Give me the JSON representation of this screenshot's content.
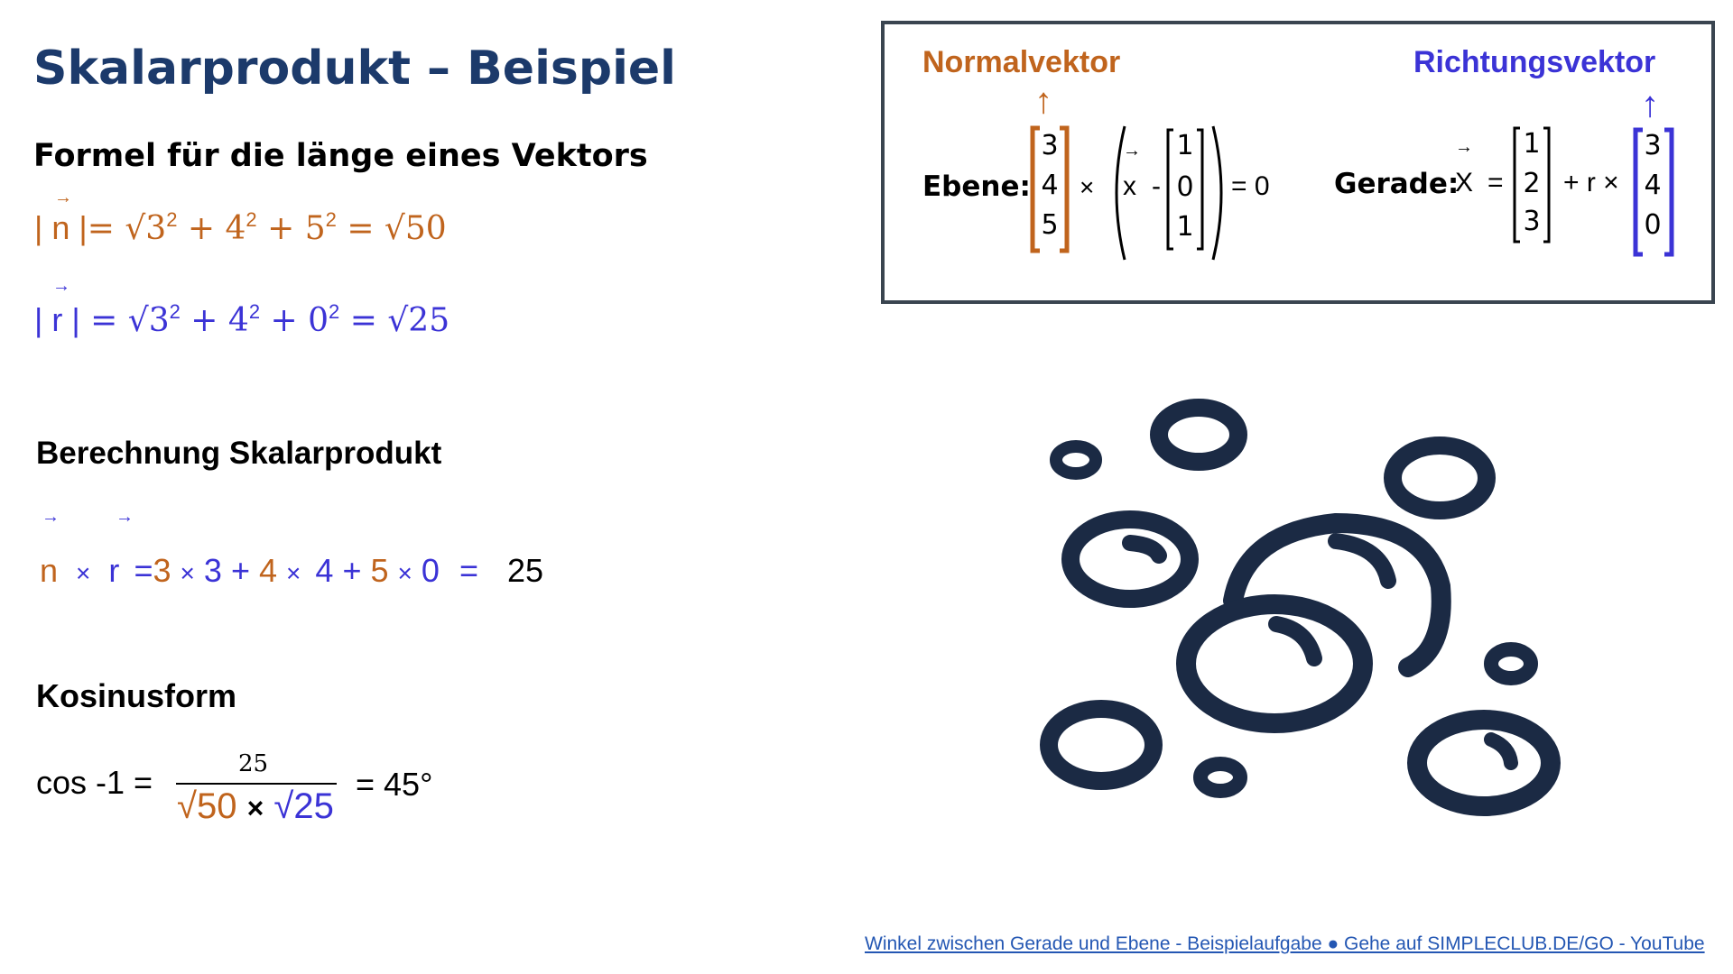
{
  "title": "Skalarprodukt – Beispiel",
  "section1": {
    "heading": "Formel für die länge eines Vektors",
    "n_lhs": "| n |",
    "n_rhs_a": "= √3",
    "n_rhs_b": " + 4",
    "n_rhs_c": " + 5",
    "n_result": " = √50",
    "r_lhs": "| r |",
    "r_rhs_a": " = √3",
    "r_rhs_b": " + 4",
    "r_rhs_c": " + 0",
    "r_result": "  = √25",
    "exp": "2",
    "arrow": "→"
  },
  "section2": {
    "heading": "Berechnung Skalarprodukt",
    "n": "n",
    "times": "×",
    "r": "r",
    "eq": "=",
    "t3a": "3",
    "t3b": "3",
    "t4a": "4",
    "t4b": "4",
    "t5": "5",
    "t0": "0",
    "plus": "+",
    "result": "25"
  },
  "section3": {
    "heading": "Kosinusform",
    "lhs": "cos -1 =",
    "numerator": "25",
    "den_left": "√50",
    "den_times": "×",
    "den_right": "√25",
    "result": "=  45°"
  },
  "box": {
    "normal_label": "Normalvektor",
    "direction_label": "Richtungsvektor",
    "up_arrow": "↑",
    "ebene_label": "Ebene:",
    "gerade_label": "Gerade:",
    "n_vec": [
      "3",
      "4",
      "5"
    ],
    "times": "×",
    "x": "x",
    "minus": "-",
    "p_vec": [
      "1",
      "0",
      "1"
    ],
    "eq_zero": "= 0",
    "X": "X",
    "eq": "=",
    "a_vec": [
      "1",
      "2",
      "3"
    ],
    "plus_r_times": "+ r ×",
    "r_vec": [
      "3",
      "4",
      "0"
    ],
    "arrow": "→"
  },
  "colors": {
    "title": "#1c3a6b",
    "orange": "#c0641d",
    "blue": "#3b33d6",
    "icon": "#1b2a44"
  },
  "footer": {
    "link_text": "Winkel zwischen Gerade und Ebene - Beispielaufgabe ● Gehe auf SIMPLECLUB.DE/GO - YouTube"
  },
  "illustration": {
    "icon": "bubbles-icon"
  }
}
